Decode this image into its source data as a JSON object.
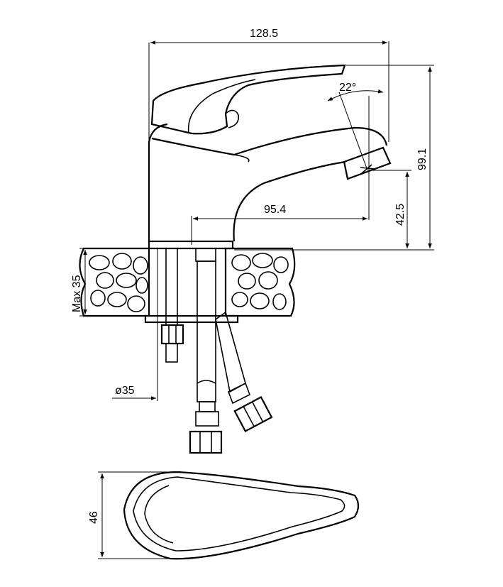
{
  "dimensions": {
    "width_total": "128.5",
    "spout_angle": "22°",
    "height_total": "99.1",
    "spout_height": "42.5",
    "spout_reach": "95.4",
    "max_counter_thickness": "Max 35",
    "hole_diameter": "ø35",
    "handle_width": "46"
  },
  "colors": {
    "line": "#000000",
    "background": "#ffffff"
  }
}
